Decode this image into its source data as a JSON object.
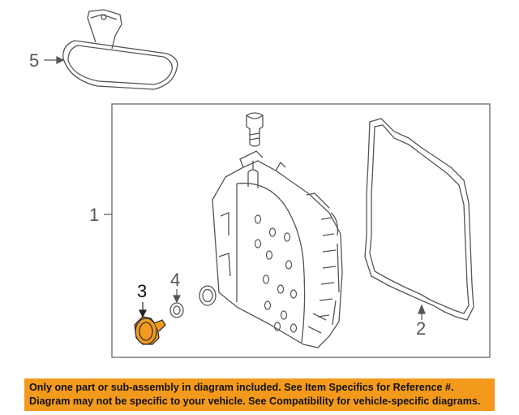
{
  "callouts": {
    "one": "1",
    "two": "2",
    "three": "3",
    "four": "4",
    "five": "5"
  },
  "notice": {
    "line1": "Only one part or sub-assembly in diagram included. See Item Specifics for Reference #.",
    "line2": "Diagram may not be specific to your vehicle. See Compatibility for vehicle-specific diagrams."
  },
  "colors": {
    "highlight_part": "#f39a1c",
    "notice_background": "#f39a1c",
    "line": "#555555"
  }
}
